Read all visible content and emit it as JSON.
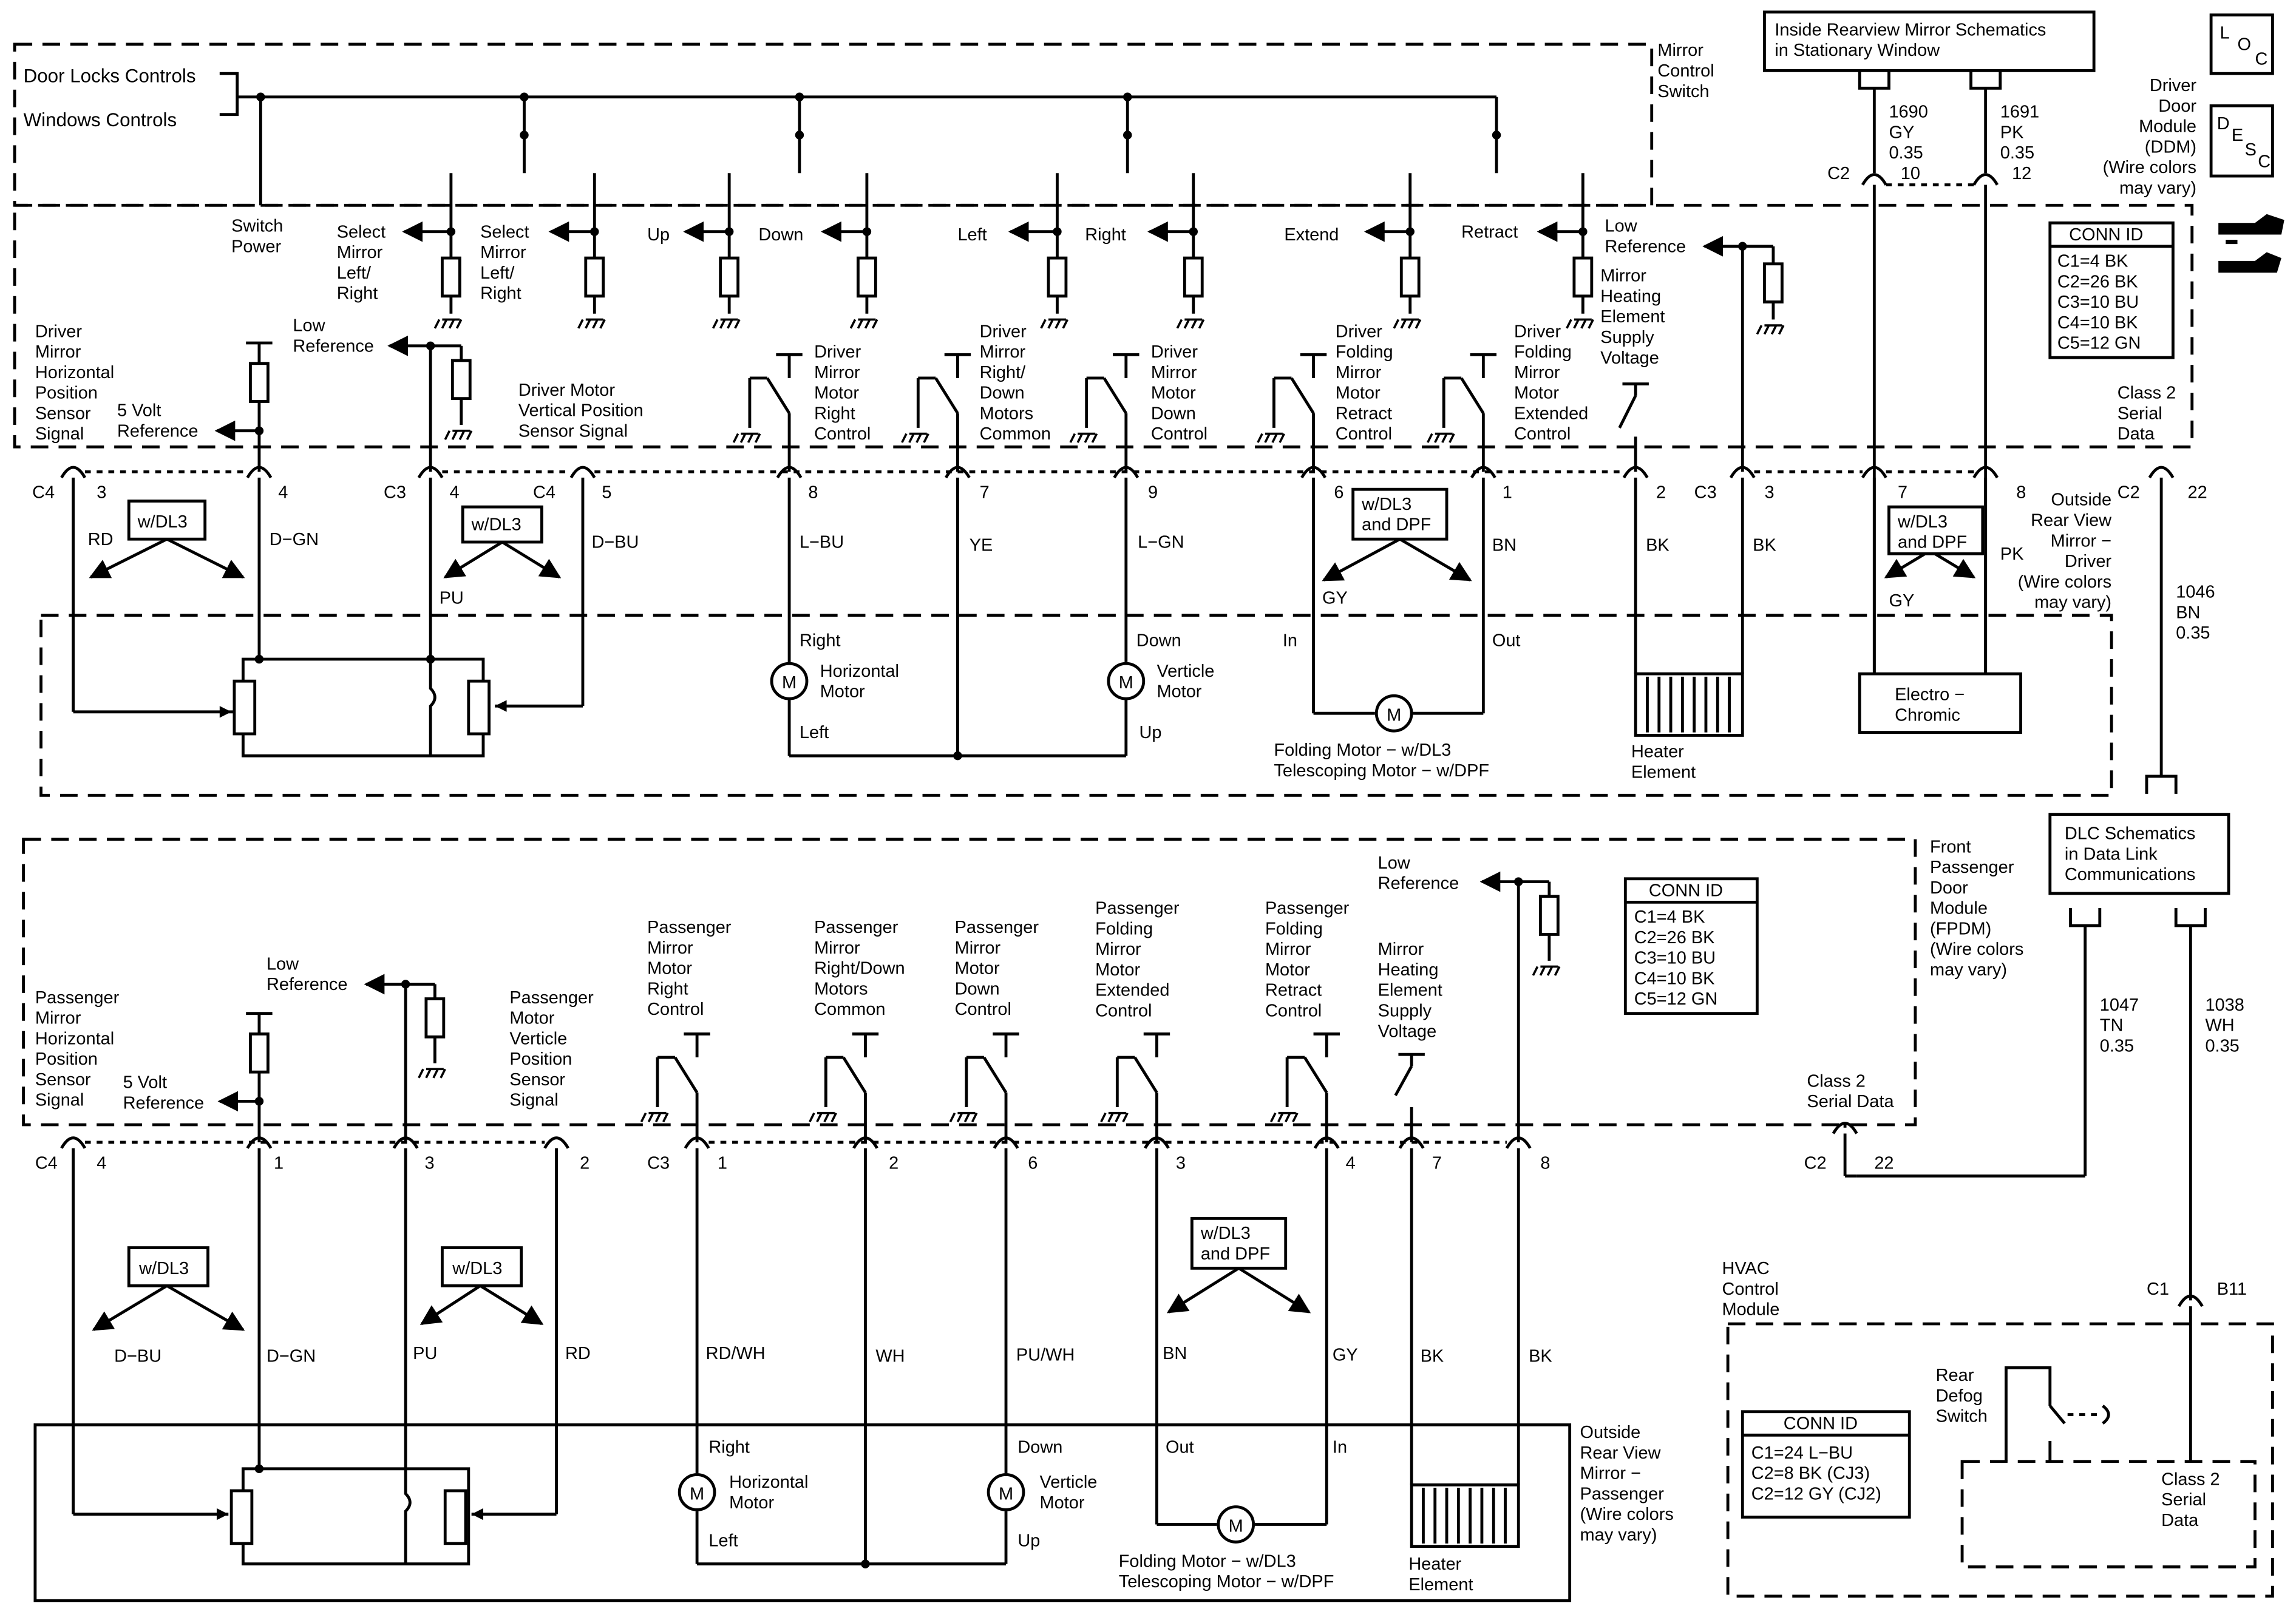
{
  "upper": {
    "inputs": {
      "door_locks": "Door Locks Controls",
      "windows": "Windows Controls"
    },
    "mirror_control_switch": [
      "Mirror",
      "Control",
      "Switch"
    ],
    "ddm_label": [
      "Driver",
      "Door",
      "Module",
      "(DDM)",
      "(Wire colors",
      "may vary)"
    ],
    "inside_mirror": [
      "Inside Rearview Mirror Schematics",
      "in Stationary Window"
    ],
    "mirror_wires": [
      {
        "circuit": "1690",
        "color": "GY",
        "gauge": "0.35",
        "pin": "10"
      },
      {
        "circuit": "1691",
        "color": "PK",
        "gauge": "0.35",
        "pin": "12"
      }
    ],
    "mirror_conn": "C2",
    "switch_power": [
      "Switch",
      "Power"
    ],
    "switch_labels": [
      [
        "Select",
        "Mirror",
        "Left/",
        "Right"
      ],
      [
        "Select",
        "Mirror",
        "Left/",
        "Right"
      ],
      [
        "Up"
      ],
      [
        "Down"
      ],
      [
        "Left"
      ],
      [
        "Right"
      ],
      [
        "Extend"
      ],
      [
        "Retract"
      ]
    ],
    "low_reference_switch": [
      "Low",
      "Reference"
    ],
    "mirror_heating": [
      "Mirror",
      "Heating",
      "Element",
      "Supply",
      "Voltage"
    ],
    "driver_h_sensor": [
      "Driver",
      "Mirror",
      "Horizontal",
      "Position",
      "Sensor",
      "Signal"
    ],
    "five_volt_ref": [
      "5 Volt",
      "Reference"
    ],
    "low_reference": [
      "Low",
      "Reference"
    ],
    "driver_v_sensor": [
      "Driver Motor",
      "Vertical Position",
      "Sensor Signal"
    ],
    "motor_controls": [
      [
        "Driver",
        "Mirror",
        "Motor",
        "Right",
        "Control"
      ],
      [
        "Driver",
        "Mirror",
        "Right/",
        "Down",
        "Motors",
        "Common"
      ],
      [
        "Driver",
        "Mirror",
        "Motor",
        "Down",
        "Control"
      ],
      [
        "Driver",
        "Folding",
        "Mirror",
        "Motor",
        "Retract",
        "Control"
      ],
      [
        "Driver",
        "Folding",
        "Mirror",
        "Motor",
        "Extended",
        "Control"
      ]
    ],
    "conn_table": {
      "title": "CONN ID",
      "rows": [
        "C1=4 BK",
        "C2=26 BK",
        "C3=10 BU",
        "C4=10 BK",
        "C5=12 GN"
      ]
    },
    "class2": [
      "Class 2",
      "Serial",
      "Data"
    ],
    "connectors": [
      "C4",
      "C3",
      "C4",
      "C3",
      "C2"
    ],
    "pins": [
      "3",
      "4",
      "4",
      "5",
      "8",
      "7",
      "9",
      "6",
      "1",
      "2",
      "3",
      "7",
      "8",
      "22"
    ],
    "wires": [
      "RD",
      "D−GN",
      "PU",
      "D−BU",
      "L−BU",
      "YE",
      "L−GN",
      "GY",
      "BN",
      "BK",
      "BK",
      "GY",
      "PK"
    ],
    "options": [
      "w/DL3",
      "w/DL3",
      "w/DL3",
      "and DPF",
      "w/DL3",
      "and DPF"
    ],
    "outside_mirror": [
      "Outside",
      "Rear View",
      "Mirror −",
      "Driver",
      "(Wire colors",
      "may vary)"
    ],
    "class2_wire": {
      "circuit": "1046",
      "color": "BN",
      "gauge": "0.35"
    },
    "motors": {
      "horizontal": [
        "Horizontal",
        "Motor"
      ],
      "h_right": "Right",
      "h_left": "Left",
      "vertical": [
        "Verticle",
        "Motor"
      ],
      "v_down": "Down",
      "v_up": "Up",
      "fold_in": "In",
      "fold_out": "Out",
      "fold_label": [
        "Folding Motor − w/DL3",
        "Telescoping Motor − w/DPF"
      ],
      "heater": [
        "Heater",
        "Element"
      ],
      "electrochromic": [
        "Electro −",
        "Chromic"
      ],
      "m": "M"
    }
  },
  "dlc": [
    "DLC Schematics",
    "in Data Link",
    "Communications"
  ],
  "lower": {
    "fpdm_label": [
      "Front",
      "Passenger",
      "Door",
      "Module",
      "(FPDM)",
      "(Wire colors",
      "may vary)"
    ],
    "pass_h_sensor": [
      "Passenger",
      "Mirror",
      "Horizontal",
      "Position",
      "Sensor",
      "Signal"
    ],
    "five_volt_ref": [
      "5 Volt",
      "Reference"
    ],
    "low_reference": [
      "Low",
      "Reference"
    ],
    "pass_v_sensor": [
      "Passenger",
      "Motor",
      "Verticle",
      "Position",
      "Sensor",
      "Signal"
    ],
    "motor_controls": [
      [
        "Passenger",
        "Mirror",
        "Motor",
        "Right",
        "Control"
      ],
      [
        "Passenger",
        "Mirror",
        "Right/Down",
        "Motors",
        "Common"
      ],
      [
        "Passenger",
        "Mirror",
        "Motor",
        "Down",
        "Control"
      ],
      [
        "Passenger",
        "Folding",
        "Mirror",
        "Motor",
        "Extended",
        "Control"
      ],
      [
        "Passenger",
        "Folding",
        "Mirror",
        "Motor",
        "Retract",
        "Control"
      ]
    ],
    "mirror_heating": [
      "Mirror",
      "Heating",
      "Element",
      "Supply",
      "Voltage"
    ],
    "low_reference_top": [
      "Low",
      "Reference"
    ],
    "conn_table": {
      "title": "CONN ID",
      "rows": [
        "C1=4 BK",
        "C2=26 BK",
        "C3=10 BU",
        "C4=10 BK",
        "C5=12 GN"
      ]
    },
    "class2": [
      "Class 2",
      "Serial Data"
    ],
    "class2_conn": {
      "conn": "C2",
      "pin": "22"
    },
    "wire_1047": {
      "circuit": "1047",
      "color": "TN",
      "gauge": "0.35"
    },
    "wire_1038": {
      "circuit": "1038",
      "color": "WH",
      "gauge": "0.35"
    },
    "connectors": [
      "C4",
      "C3"
    ],
    "pins": [
      "4",
      "1",
      "3",
      "2",
      "1",
      "2",
      "6",
      "3",
      "4",
      "7",
      "8"
    ],
    "wires": [
      "D−BU",
      "D−GN",
      "PU",
      "RD",
      "RD/WH",
      "WH",
      "PU/WH",
      "BN",
      "GY",
      "BK",
      "BK"
    ],
    "options": [
      "w/DL3",
      "w/DL3",
      "w/DL3",
      "and DPF"
    ],
    "outside_mirror": [
      "Outside",
      "Rear View",
      "Mirror −",
      "Passenger",
      "(Wire colors",
      "may vary)"
    ],
    "motors": {
      "h_right": "Right",
      "horizontal": [
        "Horizontal",
        "Motor"
      ],
      "h_left": "Left",
      "v_down": "Down",
      "vertical": [
        "Verticle",
        "Motor"
      ],
      "v_up": "Up",
      "fold_out": "Out",
      "fold_in": "In",
      "fold_label": [
        "Folding Motor − w/DL3",
        "Telescoping Motor − w/DPF"
      ],
      "heater": [
        "Heater",
        "Element"
      ],
      "m": "M"
    }
  },
  "hvac": {
    "label": [
      "HVAC",
      "Control",
      "Module"
    ],
    "conn": {
      "conn": "C1",
      "pin": "B11"
    },
    "rear_defog": [
      "Rear",
      "Defog",
      "Switch"
    ],
    "class2": [
      "Class 2",
      "Serial",
      "Data"
    ],
    "conn_table": {
      "title": "CONN ID",
      "rows": [
        "C1=24 L−BU",
        "C2=8 BK (CJ3)",
        "C2=12 GY (CJ2)"
      ]
    }
  },
  "icons": {
    "loc": [
      "L",
      "O",
      "C"
    ],
    "desc": [
      "D",
      "E",
      "S",
      "C"
    ]
  }
}
